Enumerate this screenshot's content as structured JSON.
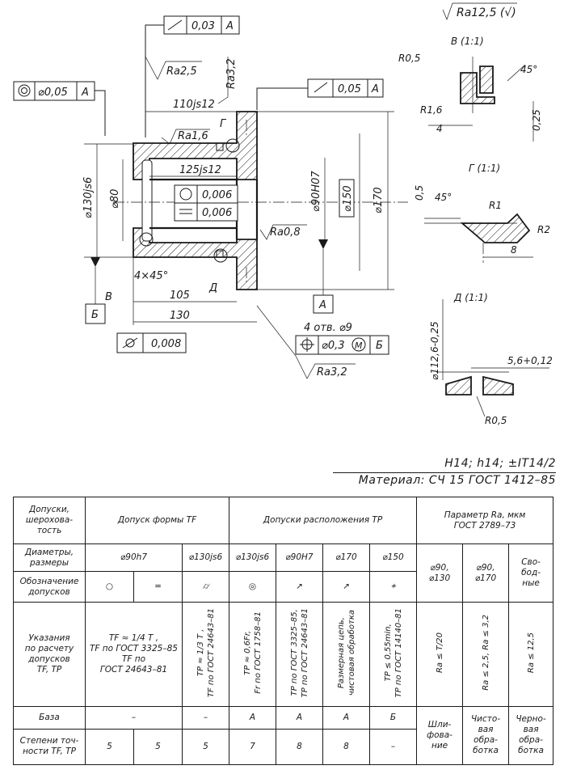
{
  "drawing": {
    "general_roughness": "Ra12,5 (√)",
    "runout_tol": "0,03",
    "runout_base": "A",
    "rough_2_5": "Ra2,5",
    "rough_3_2_top": "Ra3,2",
    "coax_tol": "⌀0,05",
    "coax_base": "A",
    "axial_tol": "0,05",
    "axial_base": "A",
    "dim_110": "110js12",
    "rough_1_6": "Ra1,6",
    "label_g": "Г",
    "dim_125": "125js12",
    "circ_tol": "0,006",
    "flat_tol": "0,006",
    "dim_d130": "⌀130js6",
    "dim_d80": "⌀80",
    "dim_d90": "⌀90H07",
    "dim_d150": "⌀150",
    "dim_d170": "⌀170",
    "rough_0_8": "Ra0,8",
    "base_a": "A",
    "chamfer": "4×45°",
    "label_v": "В",
    "label_d": "Д",
    "base_b": "Б",
    "dim_105": "105",
    "dim_130": "130",
    "cyl_tol": "0,008",
    "holes_note": "4 отв. ⌀9",
    "pos_tol": "⌀0,3",
    "pos_mod": "M",
    "pos_base": "Б",
    "rough_3_2_bot": "Ra3,2",
    "det_b_title": "В (1:1)",
    "det_b_r05": "R0,5",
    "det_b_r16": "R1,6",
    "det_b_45": "45°",
    "det_b_4": "4",
    "det_b_025": "0,25",
    "det_g_title": "Г (1:1)",
    "det_g_05": "0,5",
    "det_g_45": "45°",
    "det_g_r1": "R1",
    "det_g_r2": "R2",
    "det_g_8": "8",
    "det_d_title": "Д (1:1)",
    "det_d_dia": "⌀112,6-0,25",
    "det_d_56": "5,6+0,12",
    "det_d_r05": "R0,5"
  },
  "notes": {
    "tolerances": "H14; h14; ±IT14/2",
    "material": "Материал: СЧ 15 ГОСТ 1412–85"
  },
  "table": {
    "h_row1": "Допуски,\nшерохова-\nтость",
    "h_form": "Допуск формы TF",
    "h_pos": "Допуски расположения TP",
    "h_param": "Параметр Ra, мкм\nГОСТ 2789–73",
    "h_row2": "Диаметры,\nразмеры",
    "d1": "⌀90h7",
    "d2": "⌀130js6",
    "d3": "⌀130js6",
    "d4": "⌀90H7",
    "d5": "⌀170",
    "d6": "⌀150",
    "p1": "⌀90,\n⌀130",
    "p2": "⌀90,\n⌀170",
    "p3": "Сво-\nбод-\nные",
    "h_row3": "Обозначение\nдопусков",
    "s1": "○",
    "s2": "═",
    "s3": "⌭",
    "s4": "◎",
    "s5": "↗",
    "s6": "↗",
    "s7": "⌖",
    "h_row4": "Указания\nпо расчету\nдопусков\nTF, TP",
    "i1": "TF ≈ 1/4 T ,\nTF по ГОСТ 3325–85\nTF по\nГОСТ 24643–81",
    "i2": "TP ≈ 1/3 T ,\nTF по ГОСТ 24643–81",
    "i3": "TP ≈ 0,6Fr,\nFr по ГОСТ 1758–81",
    "i4": "TP по ГОСТ 3325–85,\nTP по ГОСТ 24643–81",
    "i5": "Размерная цепь,\nчистовая обработка",
    "i6": "TP ≤ 0,55min,\nTP по ГОСТ 14140–81",
    "i7": "Ra ≤ T/20",
    "i8": "Ra ≤ 2,5, Ra ≤ 3,2",
    "i9": "Ra ≤ 12,5",
    "h_row5": "База",
    "b1": "–",
    "b2": "–",
    "b3": "A",
    "b4": "A",
    "b5": "A",
    "b6": "Б",
    "b7": "Шли-\nфова-\nние",
    "b8": "Чисто-\nвая\nобра-\nботка",
    "b9": "Черно-\nвая\nобра-\nботка",
    "h_row6": "Степени точ-\nности TF, TP",
    "g1": "5",
    "g2": "5",
    "g3": "5",
    "g4": "7",
    "g5": "8",
    "g6": "8",
    "g7": "–"
  }
}
